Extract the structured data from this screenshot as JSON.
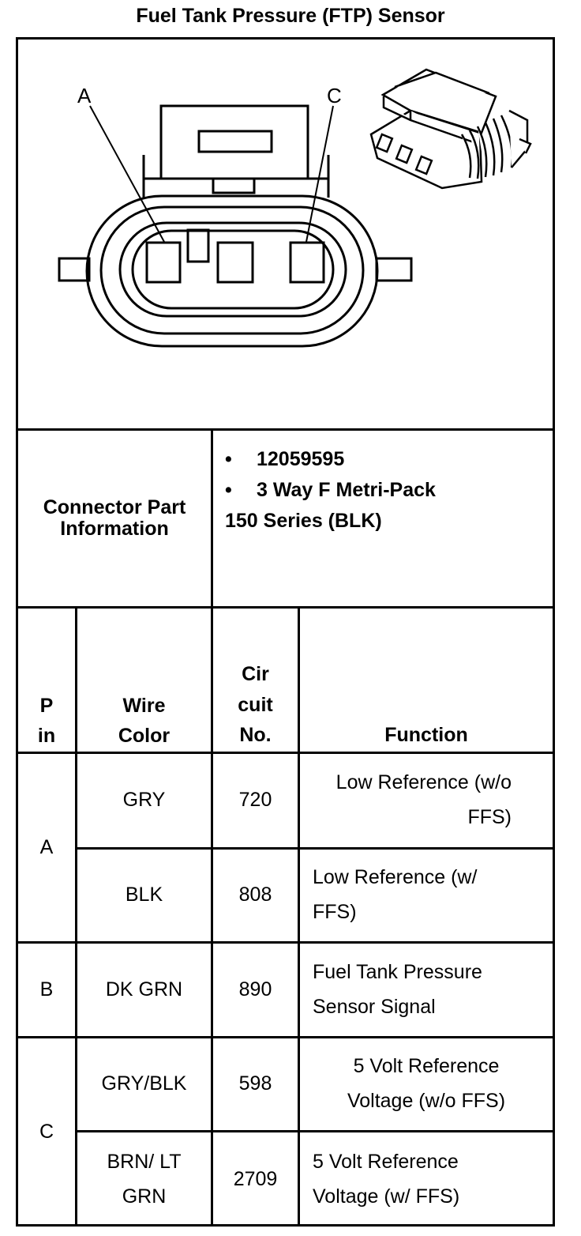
{
  "title": "Fuel Tank Pressure (FTP) Sensor",
  "diagram": {
    "label_a": "A",
    "label_c": "C"
  },
  "connector": {
    "label": "Connector Part Information",
    "bullets": [
      "12059595",
      "3 Way F Metri-Pack"
    ],
    "continuation": "150 Series (BLK)"
  },
  "table": {
    "headers": {
      "pin": "P\nin",
      "wire_color": "Wire\nColor",
      "circuit": "Cir\ncuit\nNo.",
      "function": "Function"
    },
    "rows": [
      {
        "pin": "A",
        "wire_color": "GRY",
        "circuit": "720",
        "function": "Low Reference (w/o\nFFS)"
      },
      {
        "pin": "",
        "wire_color": "BLK",
        "circuit": "808",
        "function": "Low Reference (w/\nFFS)"
      },
      {
        "pin": "B",
        "wire_color": "DK GRN",
        "circuit": "890",
        "function": "Fuel Tank Pressure\nSensor Signal"
      },
      {
        "pin": "C",
        "wire_color": "GRY/BLK",
        "circuit": "598",
        "function": "5 Volt Reference\nVoltage (w/o FFS)"
      },
      {
        "pin": "",
        "wire_color": "BRN/ LT\nGRN",
        "circuit": "2709",
        "function": "5 Volt Reference\nVoltage (w/ FFS)"
      }
    ]
  }
}
